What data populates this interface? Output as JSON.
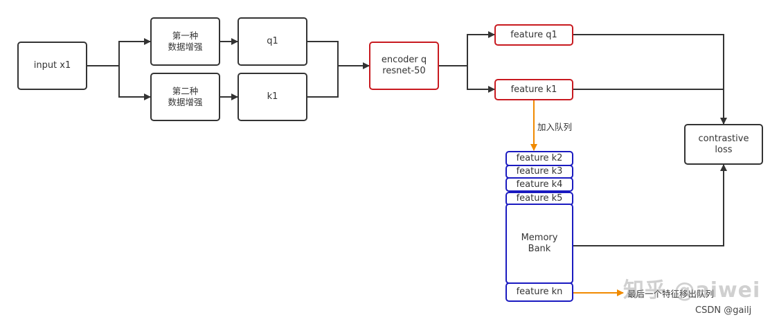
{
  "nodes": {
    "input": "input x1",
    "aug1": "第一种\n数据增强",
    "aug2": "第二种\n数据增强",
    "q1": "q1",
    "k1": "k1",
    "encoder": "encoder q\nresnet-50",
    "feat_q1": "feature q1",
    "feat_k1": "feature k1",
    "loss": "contrastive\nloss",
    "feat_k2": "feature k2",
    "feat_k3": "feature k3",
    "feat_k4": "feature k4",
    "feat_k5": "feature k5",
    "memory_bank": "Memory\nBank",
    "feat_kn": "feature kn"
  },
  "edge_labels": {
    "enqueue": "加入队列",
    "dequeue": "最后一个特征移出队列"
  },
  "watermark": {
    "text": "知乎 @aiwei",
    "credit": "CSDN @gailj"
  },
  "colors": {
    "stroke": "#333333",
    "accent_red": "#c8191f",
    "accent_blue": "#1a1ac0",
    "arrow_orange": "#f08a00"
  }
}
